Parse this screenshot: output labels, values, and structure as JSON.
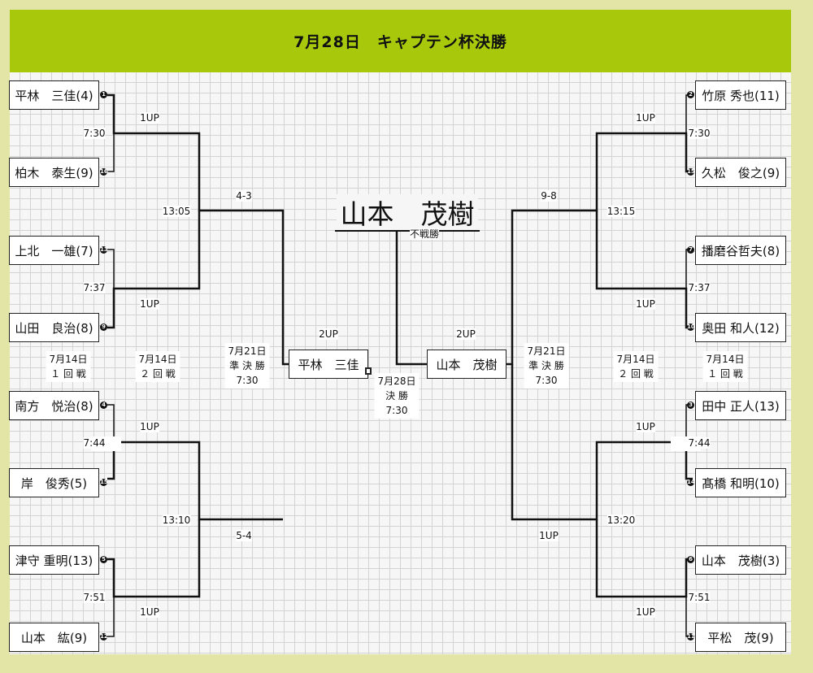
{
  "header": {
    "title": "7月28日　キャプテン杯決勝"
  },
  "champion": "山本　茂樹",
  "players_left": [
    {
      "name": "平林　三佳(4)",
      "seed": "1"
    },
    {
      "name": "柏木　泰生(9)",
      "seed": "16"
    },
    {
      "name": "上北　一雄(7)",
      "seed": "13"
    },
    {
      "name": "山田　良治(8)",
      "seed": "9"
    },
    {
      "name": "南方　悦治(8)",
      "seed": "4"
    },
    {
      "name": "岸　俊秀(5)",
      "seed": "15"
    },
    {
      "name": "津守 重明(13)",
      "seed": "5"
    },
    {
      "name": "山本　紘(9)",
      "seed": "12"
    }
  ],
  "players_right": [
    {
      "name": "竹原 秀也(11)",
      "seed": "2"
    },
    {
      "name": "久松　俊之(9)",
      "seed": "15"
    },
    {
      "name": "播磨谷哲夫(8)",
      "seed": "7"
    },
    {
      "name": "奥田 和人(12)",
      "seed": "10"
    },
    {
      "name": "田中 正人(13)",
      "seed": "3"
    },
    {
      "name": "髙橋 和明(10)",
      "seed": "14"
    },
    {
      "name": "山本　茂樹(3)",
      "seed": "6"
    },
    {
      "name": "平松　茂(9)",
      "seed": "11"
    }
  ],
  "finalists": {
    "left": "平林　三佳",
    "right": "山本　茂樹"
  },
  "results": {
    "l_r1_1": "1UP",
    "l_r1_2": "1UP",
    "l_r1_3": "1UP",
    "l_r1_4": "1UP",
    "l_r2_1": "4-3",
    "l_r2_2": "5-4",
    "l_sf": "2UP",
    "r_r1_1": "1UP",
    "r_r1_2": "1UP",
    "r_r1_3": "1UP",
    "r_r1_4": "1UP",
    "r_r2_1": "9-8",
    "r_r2_2": "1UP",
    "r_sf": "2UP",
    "final": "不戦勝"
  },
  "times": {
    "l_r1_1": "7:30",
    "l_r1_2": "7:37",
    "l_r1_3": "7:44",
    "l_r1_4": "7:51",
    "l_r2_1": "13:05",
    "l_r2_2": "13:10",
    "r_r1_1": "7:30",
    "r_r1_2": "7:37",
    "r_r1_3": "7:44",
    "r_r1_4": "7:51",
    "r_r2_1": "13:15",
    "r_r2_2": "13:20"
  },
  "rounds": {
    "r1_date": "7月14日",
    "r1_name": "１ 回 戦",
    "r2_date": "7月14日",
    "r2_name": "２ 回 戦",
    "sf_date": "7月21日",
    "sf_name": "準 決 勝",
    "sf_time": "7:30",
    "f_date": "7月28日",
    "f_name": "決 勝",
    "f_time": "7:30"
  }
}
